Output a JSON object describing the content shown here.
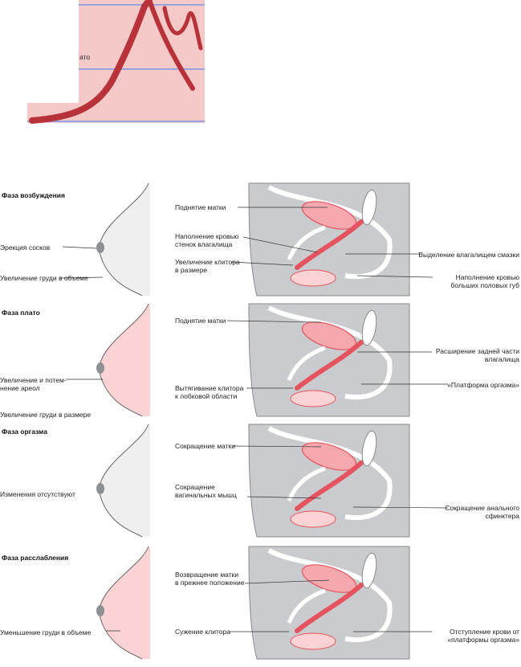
{
  "top_graph": {
    "label": "ато",
    "bg_color": "#f6c9c9",
    "curve_color": "#b8323a",
    "grid_color": "#9aa3e0"
  },
  "phases": [
    {
      "title": "Фаза возбуждения",
      "breast_labels": [
        "Эрекция сосков",
        "Увеличение груди в объеме"
      ],
      "pelvis_left_labels": [
        "Поднятие матки",
        "Наполнение кровью\nстенок влагалища",
        "Увеличение клитора\nв размере"
      ],
      "pelvis_right_labels": [
        "Выделение влагалищем смазки",
        "Наполнение кровью\nбольших половых губ"
      ]
    },
    {
      "title": "Фаза плато",
      "breast_labels": [
        "Увеличение и потем-\nнение ареол",
        "Увеличение груди в размере"
      ],
      "pelvis_left_labels": [
        "Поднятие матки",
        "Вытягивание клитора\nк лобковой области"
      ],
      "pelvis_right_labels": [
        "Расширение задней части\nвлагалища",
        "«Платформа оргазма»"
      ]
    },
    {
      "title": "Фаза оргазма",
      "breast_labels": [
        "Изменения отсутствуют"
      ],
      "pelvis_left_labels": [
        "Сокращение матки",
        "Сокращение\nвагинальных мышц"
      ],
      "pelvis_right_labels": [
        "Сокращение анального\nсфинктера"
      ]
    },
    {
      "title": "Фаза расслабления",
      "breast_labels": [
        "Уменьшение груди в объеме"
      ],
      "pelvis_left_labels": [
        "Возвращение матки\nв прежнее положение",
        "Сужение клитора"
      ],
      "pelvis_right_labels": [
        "Отступление крови от\n«платформы оргазма»"
      ]
    }
  ],
  "colors": {
    "pink": "#f5a8ae",
    "pink_light": "#fbd3d5",
    "red": "#e5545e",
    "gray": "#c9cbce",
    "gray_dark": "#8d9094",
    "line": "#333333"
  }
}
